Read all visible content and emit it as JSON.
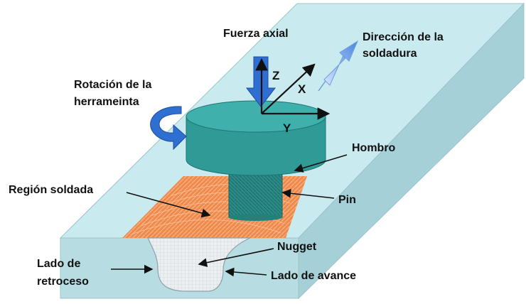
{
  "labels": {
    "axial_force": "Fuerza axial",
    "weld_direction_line1": "Dirección de la",
    "weld_direction_line2": "soldadura",
    "tool_rotation_line1": "Rotación de la",
    "tool_rotation_line2": "herrameinta",
    "shoulder": "Hombro",
    "welded_region": "Región soldada",
    "pin": "Pin",
    "nugget": "Nugget",
    "retreating_side_line1": "Lado de",
    "retreating_side_line2": "retroceso",
    "advancing_side": "Lado de avance"
  },
  "axes": {
    "z": "Z",
    "x": "X",
    "y": "Y"
  },
  "colors": {
    "plate_top": "#c9eaee",
    "plate_front": "#b7dde3",
    "plate_side": "#a6d0d7",
    "tool": "#2f9a96",
    "weld_region": "#f08a4b",
    "nugget": "#e9ecef",
    "arrow_blue": "#2f6fd1"
  }
}
